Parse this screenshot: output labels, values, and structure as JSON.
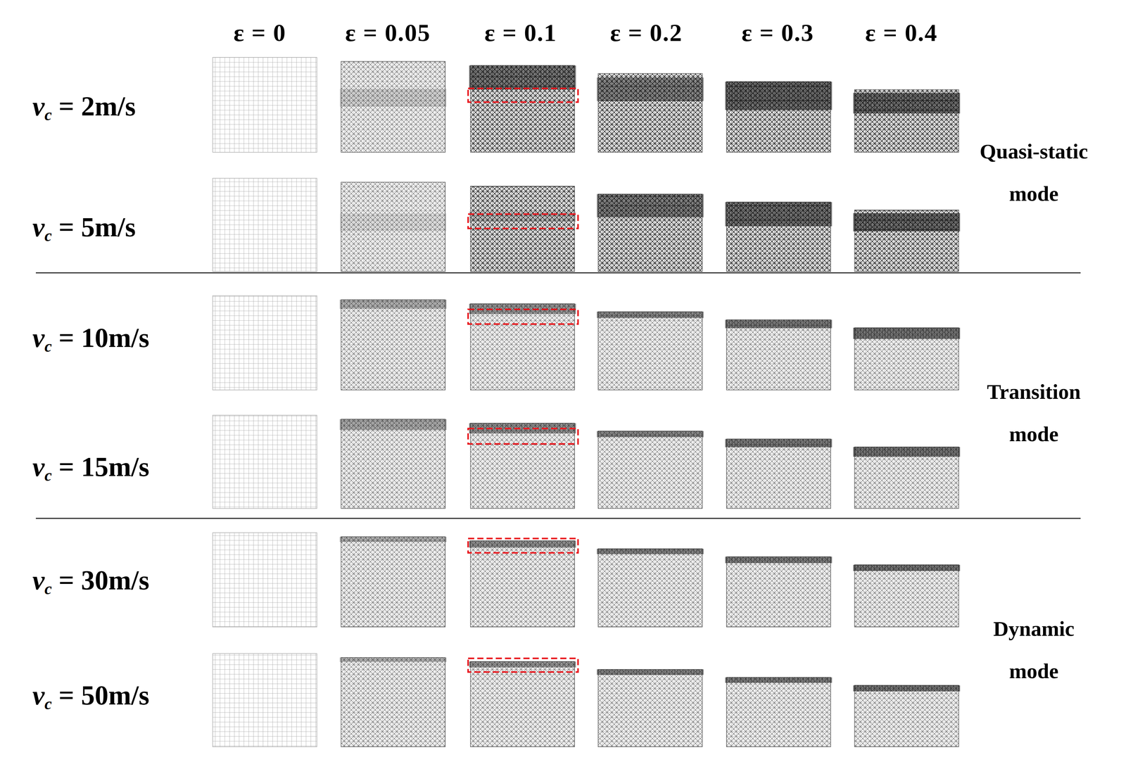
{
  "diagram": {
    "labels": [
      "ε = 0",
      "ε = 0.05",
      "ε = 0.1",
      "ε = 0.2",
      "ε = 0.3",
      "ε = 0.4",
      "vc = 2m/s",
      "vc = 5m/s",
      "vc = 10m/s",
      "vc = 15m/s",
      "vc = 30m/s",
      "vc = 50m/s",
      "Quasi-static mode",
      "Transition mode",
      "Dynamic mode"
    ]
  }
}
